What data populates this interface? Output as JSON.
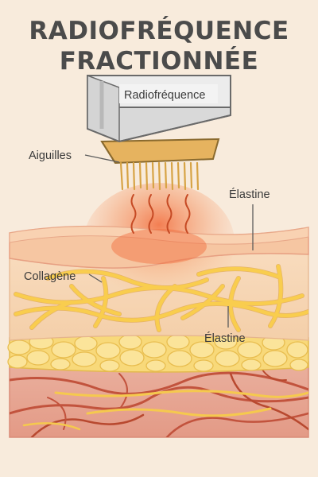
{
  "title": {
    "line1": "RADIOFRÉQUENCE",
    "line2": "FRACTIONNÉE"
  },
  "labels": {
    "device": "Radiofréquence",
    "needles": "Aiguilles",
    "elastin_top": "Élastine",
    "collagen": "Collagène",
    "elastin_mid": "Élastine"
  },
  "colors": {
    "background": "#f8ebdc",
    "title": "#4b4b4b",
    "needle_head": "#e6b35f",
    "epidermis": "#f6c6a2",
    "dermis": "#f6d5b5",
    "fibers": "#f7c54a",
    "fat": "#f8d97a",
    "deep_tissue": "#e6a494",
    "vessels": "#c2533d",
    "rf_glow": "#f0784a"
  }
}
